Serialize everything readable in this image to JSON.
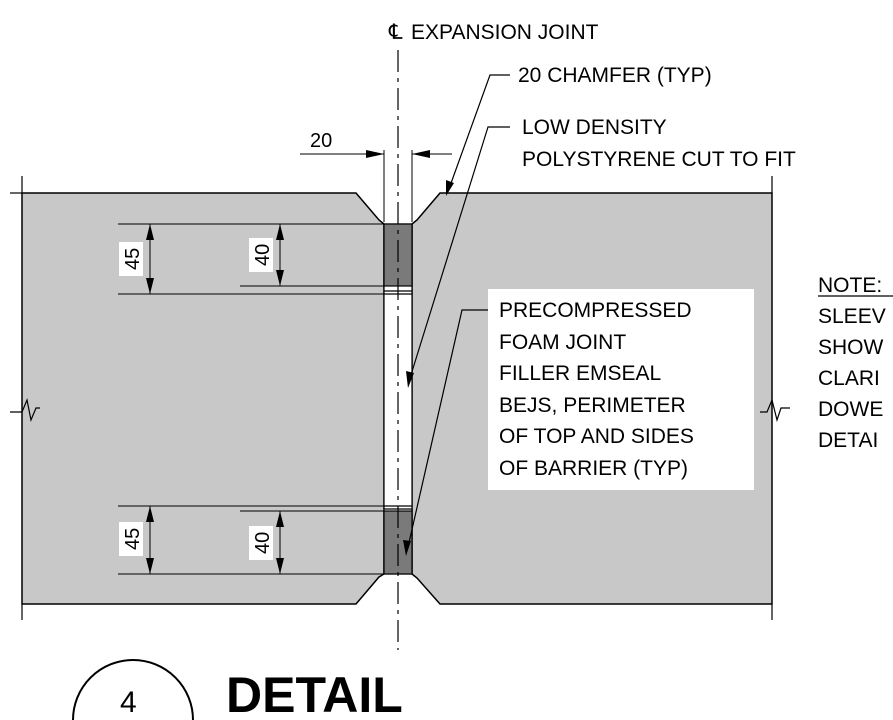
{
  "centerline_symbol": "℄",
  "labels": {
    "expansion_joint": "EXPANSION JOINT",
    "chamfer": "20 CHAMFER (TYP)",
    "polystyrene_line1": "LOW DENSITY",
    "polystyrene_line2": "POLYSTYRENE CUT TO FIT",
    "foam_line1": "PRECOMPRESSED",
    "foam_line2": "FOAM JOINT",
    "foam_line3": "FILLER EMSEAL",
    "foam_line4": "BEJS, PERIMETER",
    "foam_line5": "OF TOP AND SIDES",
    "foam_line6": "OF BARRIER (TYP)"
  },
  "dimensions": {
    "joint_width": "20",
    "top_outer": "45",
    "top_inner": "40",
    "bottom_outer": "45",
    "bottom_inner": "40"
  },
  "note": {
    "heading": "NOTE:",
    "lines": [
      "SLEEV",
      "SHOW",
      "CLARI",
      "DOWE",
      "DETAI"
    ]
  },
  "title_block": {
    "detail_number": "4",
    "title": "DETAIL"
  },
  "colors": {
    "barrier_fill": "#c8c8c8",
    "foam_fill": "#7a7a7a",
    "line": "#000000",
    "background": "#ffffff"
  }
}
